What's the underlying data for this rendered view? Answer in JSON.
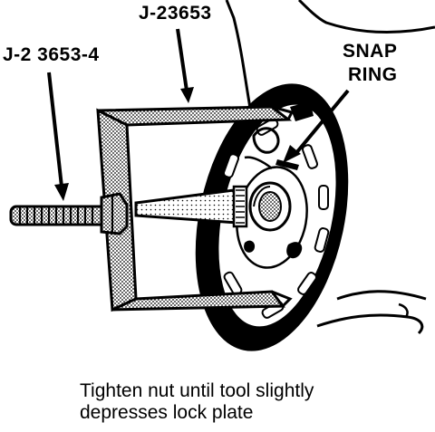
{
  "labels": {
    "tool": "J-23653",
    "tool_part": "J-2 3653-4",
    "snap_ring_line1": "SNAP",
    "snap_ring_line2": "RING"
  },
  "caption": {
    "line1": "Tighten nut until tool slightly",
    "line2": "depresses lock plate"
  }
}
